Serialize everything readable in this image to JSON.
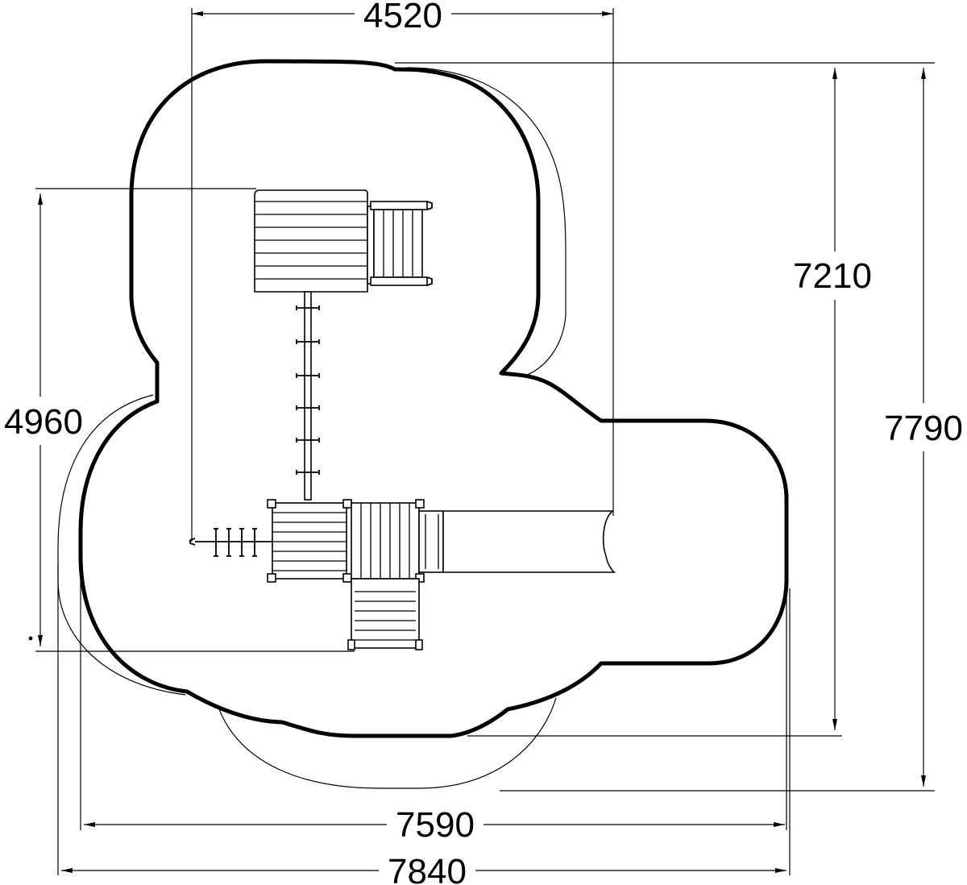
{
  "dimensions": {
    "top_width": "4520",
    "right_inner_height": "7210",
    "right_outer_height": "7790",
    "left_height": "4960",
    "bottom_inner_width": "7590",
    "bottom_outer_width": "7840"
  },
  "colors": {
    "line": "#000000",
    "background": "#ffffff"
  }
}
